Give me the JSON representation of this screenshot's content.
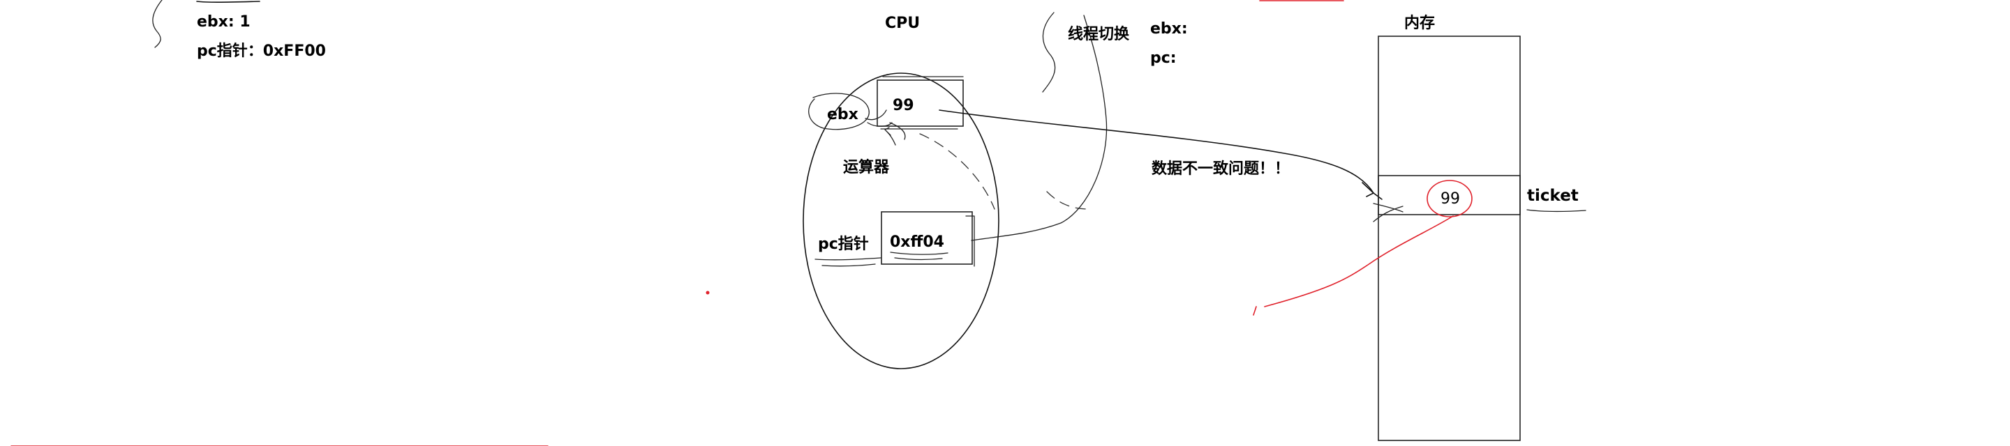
{
  "notes": {
    "ebx_line": "ebx: 1",
    "pc_line": "pc指针：0xFF00"
  },
  "cpu": {
    "title": "CPU",
    "ebx_label": "ebx",
    "ebx_value": "99",
    "alu_label": "运算器",
    "pc_label": "pc指针",
    "pc_value": "0xff04"
  },
  "thread_switch": {
    "title": "线程切换",
    "ebx_label": "ebx:",
    "pc_label": "pc:"
  },
  "memory": {
    "title": "内存",
    "cell_label": "ticket",
    "cell_value": "99"
  },
  "annotation": "数据不一致问题！！",
  "colors": {
    "ink": "#111111",
    "highlight": "#e0202a",
    "background": "#ffffff"
  }
}
